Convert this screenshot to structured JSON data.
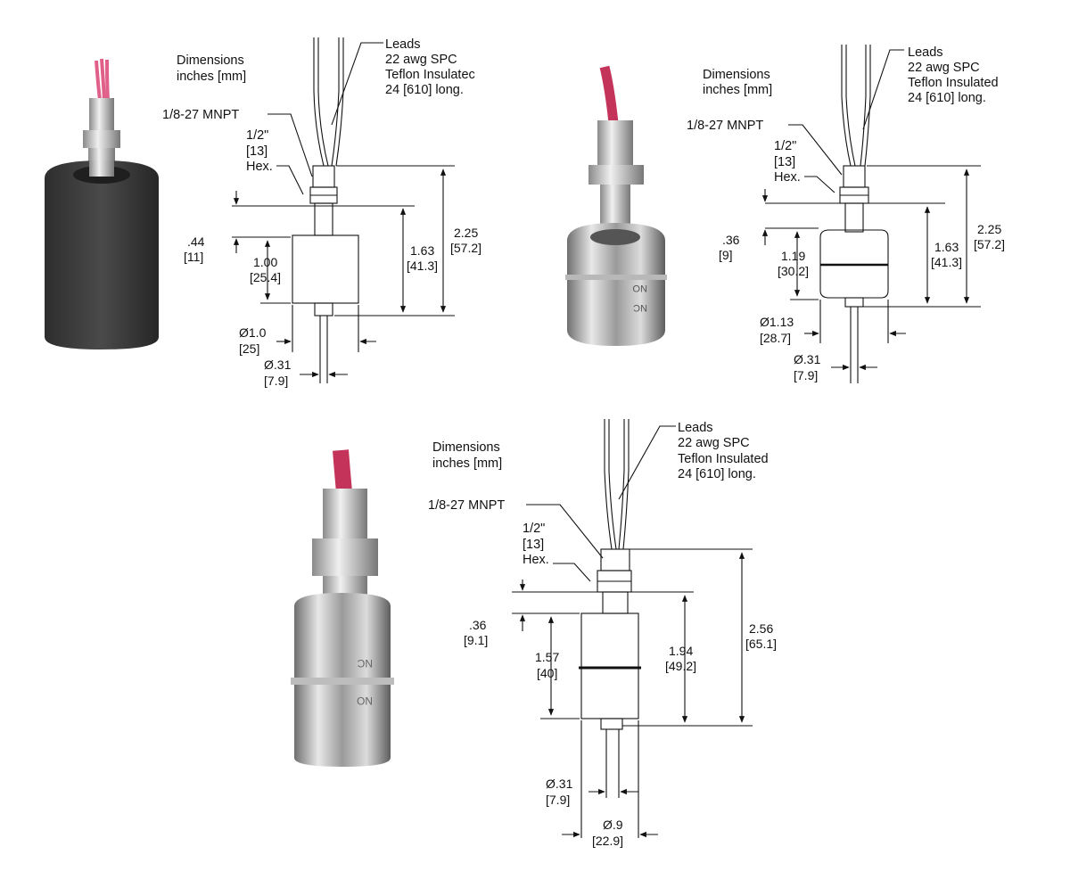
{
  "colors": {
    "line": "#111111",
    "lead_wire": "#c4345a",
    "foam_float": "#3a3a3a",
    "steel_light": "#e6e6e6",
    "steel_dark": "#7d7d7d"
  },
  "units_note": [
    "Dimensions",
    "inches [mm]"
  ],
  "leads_note": [
    "Leads",
    "22 awg SPC",
    "Teflon Insulated",
    "24 [610] long."
  ],
  "thread_label": "1/8-27 MNPT",
  "hex_label": [
    "1/2\"",
    "[13]",
    "Hex."
  ],
  "drawings": [
    {
      "id": "foam-float",
      "leads_lines": [
        "Leads",
        "22 awg SPC",
        "Teflon Insulatec",
        "24 [610] long."
      ],
      "overall_length": [
        "2.25",
        "[57.2]"
      ],
      "to_float_bottom": [
        "1.63",
        "[41.3]"
      ],
      "float_height": [
        "1.00",
        "[25.4]"
      ],
      "float_offset": [
        ".44",
        "[11]"
      ],
      "float_diameter": [
        "Ø1.0",
        "[25]"
      ],
      "stem_diameter": [
        "Ø.31",
        "[7.9]"
      ]
    },
    {
      "id": "steel-float-small",
      "leads_lines": [
        "Leads",
        "22 awg SPC",
        "Teflon Insulated",
        "24 [610] long."
      ],
      "overall_length": [
        "2.25",
        "[57.2]"
      ],
      "to_float_bottom": [
        "1.63",
        "[41.3]"
      ],
      "float_height": [
        "1.19",
        "[30.2]"
      ],
      "float_offset": [
        ".36",
        "[9]"
      ],
      "float_diameter": [
        "Ø1.13",
        "[28.7]"
      ],
      "stem_diameter": [
        "Ø.31",
        "[7.9]"
      ]
    },
    {
      "id": "steel-float-large",
      "leads_lines": [
        "Leads",
        "22 awg SPC",
        "Teflon Insulated",
        "24 [610] long."
      ],
      "overall_length": [
        "2.56",
        "[65.1]"
      ],
      "to_float_bottom": [
        "1.94",
        "[49.2]"
      ],
      "float_height": [
        "1.57",
        "[40]"
      ],
      "float_offset": [
        ".36",
        "[9.1]"
      ],
      "float_diameter": [
        "Ø.9",
        "[22.9]"
      ],
      "stem_diameter": [
        "Ø.31",
        "[7.9]"
      ]
    }
  ],
  "photo_marks": {
    "no": "NO",
    "nc": "NC"
  }
}
